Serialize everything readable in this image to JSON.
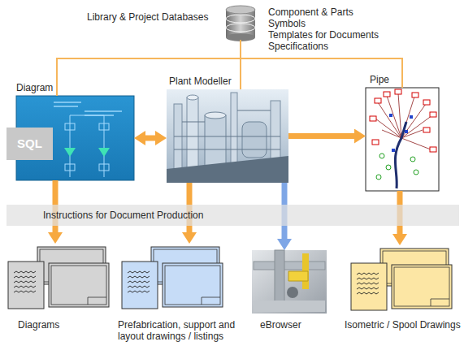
{
  "diagram": {
    "nodes": [
      {
        "text": [
          "Library & Project Databases",
          "Component & Parts",
          "Symbols",
          "Templates for Documents",
          "Specifications"
        ]
      },
      {
        "text": [
          "Diagram"
        ]
      },
      {
        "text": [
          "SQL"
        ]
      },
      {
        "text": [
          "Plant Modeller"
        ]
      },
      {
        "text": [
          "Pipe"
        ]
      },
      {
        "text": [
          "Instructions for Document Production"
        ]
      },
      {
        "text": [
          "Diagrams"
        ]
      },
      {
        "text": [
          "Prefabrication, support and layout drawings / listings"
        ]
      },
      {
        "text": [
          "eBrowser"
        ]
      },
      {
        "text": [
          "Isometric / Spool Drawings"
        ]
      }
    ],
    "edges": [
      {
        "from": 0,
        "to": 1,
        "arrow": "none"
      },
      {
        "from": 0,
        "to": 3,
        "arrow": "none"
      },
      {
        "from": 0,
        "to": 4,
        "arrow": "none"
      },
      {
        "from": 1,
        "to": 3,
        "arrow": "both"
      },
      {
        "from": 3,
        "to": 4,
        "arrow": "to"
      },
      {
        "from": 1,
        "to": 6,
        "arrow": "to"
      },
      {
        "from": 3,
        "to": 7,
        "arrow": "to"
      },
      {
        "from": 3,
        "to": 8,
        "arrow": "to"
      },
      {
        "from": 4,
        "to": 9,
        "arrow": "to"
      }
    ]
  }
}
